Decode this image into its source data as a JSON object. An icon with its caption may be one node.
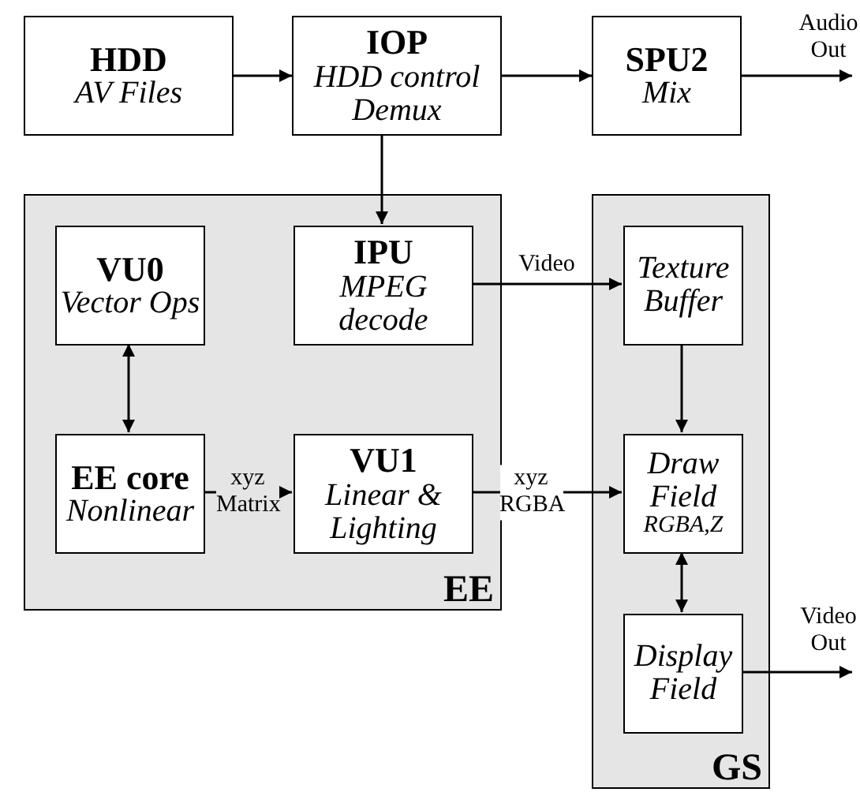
{
  "diagram": {
    "nodes": [
      {
        "text": [
          "HDD",
          "AV Files"
        ]
      },
      {
        "text": [
          "IOP",
          "HDD control Demux"
        ]
      },
      {
        "text": [
          "SPU2",
          "Mix"
        ]
      },
      {
        "text": [
          "EE"
        ]
      },
      {
        "text": [
          "VU0",
          "Vector Ops"
        ],
        "in": 3
      },
      {
        "text": [
          "IPU",
          "MPEG decode"
        ],
        "in": 3
      },
      {
        "text": [
          "EE core",
          "Nonlinear"
        ],
        "in": 3
      },
      {
        "text": [
          "VU1",
          "Linear & Lighting"
        ],
        "in": 3
      },
      {
        "text": [
          "GS"
        ]
      },
      {
        "text": [
          "Texture Buffer"
        ],
        "in": 8
      },
      {
        "text": [
          "Draw Field",
          "RGBA,Z"
        ],
        "in": 8
      },
      {
        "text": [
          "Display Field"
        ],
        "in": 8
      }
    ],
    "edges": [
      {
        "from": 0,
        "to": 1,
        "arrow": "to"
      },
      {
        "from": 1,
        "to": 2,
        "arrow": "to"
      },
      {
        "from": 2,
        "to": null,
        "arrow": "to",
        "label": "Audio Out"
      },
      {
        "from": 1,
        "to": 5,
        "arrow": "to"
      },
      {
        "from": 5,
        "to": 9,
        "arrow": "to",
        "label": "Video"
      },
      {
        "from": 4,
        "to": 6,
        "arrow": "both"
      },
      {
        "from": 6,
        "to": 7,
        "arrow": "to",
        "label": "xyz Matrix"
      },
      {
        "from": 7,
        "to": 10,
        "arrow": "to",
        "label": "xyz RGBA"
      },
      {
        "from": 9,
        "to": 10,
        "arrow": "to"
      },
      {
        "from": 10,
        "to": 11,
        "arrow": "both"
      },
      {
        "from": 11,
        "to": null,
        "arrow": "to",
        "label": "Video Out"
      }
    ]
  }
}
